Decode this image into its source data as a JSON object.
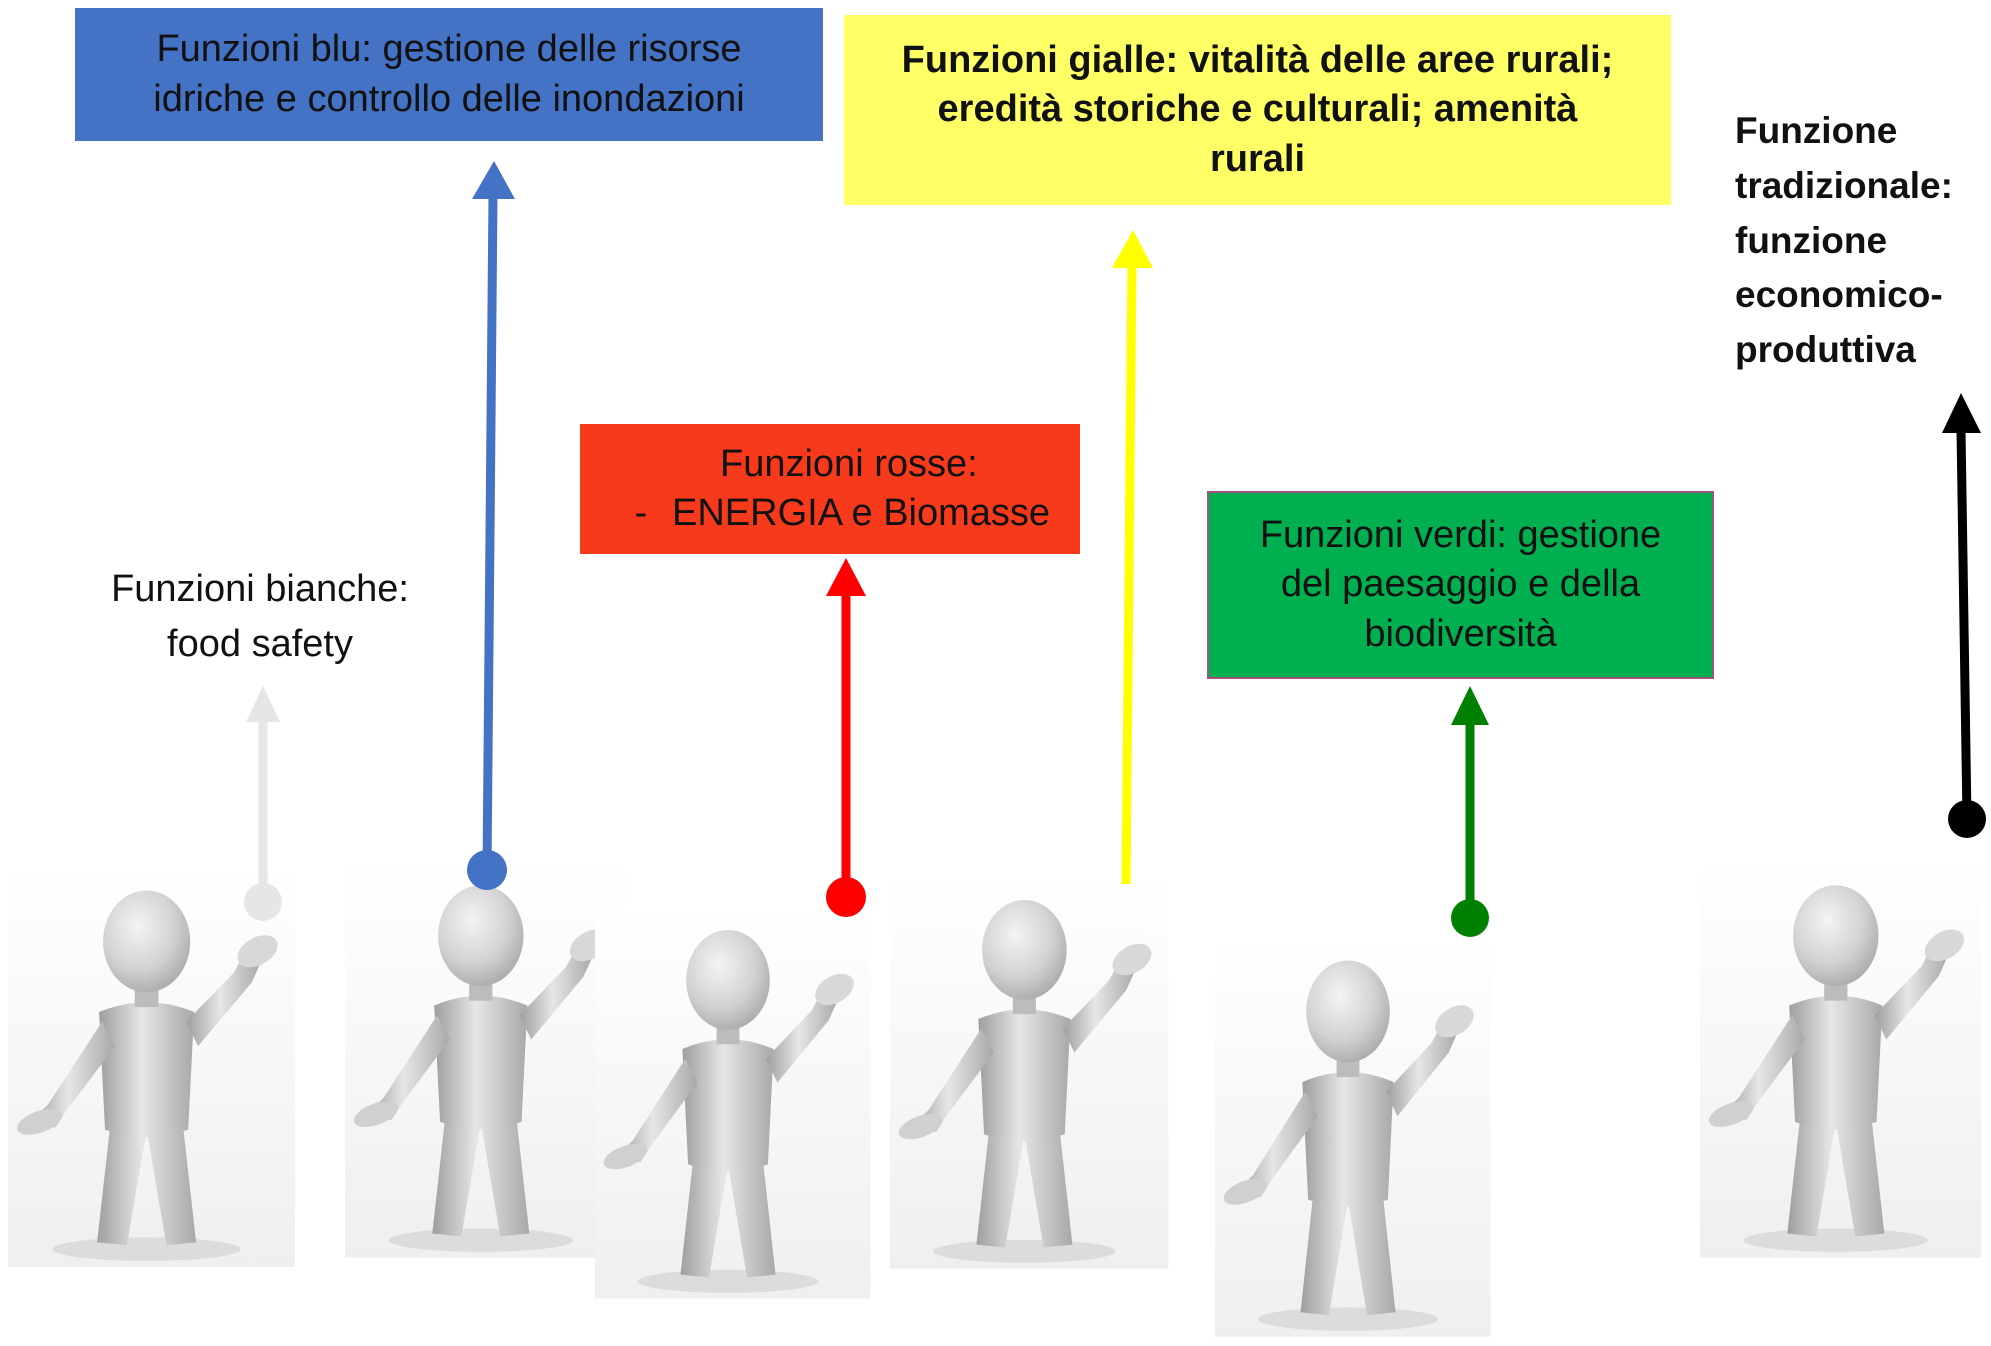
{
  "functions": {
    "white": {
      "lines": [
        "Funzioni bianche:",
        "food safety"
      ],
      "color": "#e6e6e6"
    },
    "blue": {
      "lines": [
        "Funzioni blu: gestione delle risorse",
        "idriche e controllo delle inondazioni"
      ],
      "color": "#4472c4"
    },
    "red": {
      "lines": [
        "Funzioni rosse:",
        "ENERGIA e Biomasse"
      ],
      "bullet": "-",
      "color": "#ff0000"
    },
    "yellow": {
      "lines": [
        "Funzioni gialle: vitalità delle aree rurali;",
        "eredità storiche e culturali; amenità",
        "rurali"
      ],
      "color": "#ffff00"
    },
    "green": {
      "lines": [
        "Funzioni verdi: gestione",
        "del paesaggio e della",
        "biodiversità"
      ],
      "color": "#008000"
    },
    "black": {
      "lines": [
        "Funzione",
        "tradizionale:",
        "funzione",
        "economico-",
        "produttiva"
      ],
      "color": "#000000"
    }
  },
  "figures": {
    "count": 6,
    "icon": "3d-person-waving-icon"
  }
}
